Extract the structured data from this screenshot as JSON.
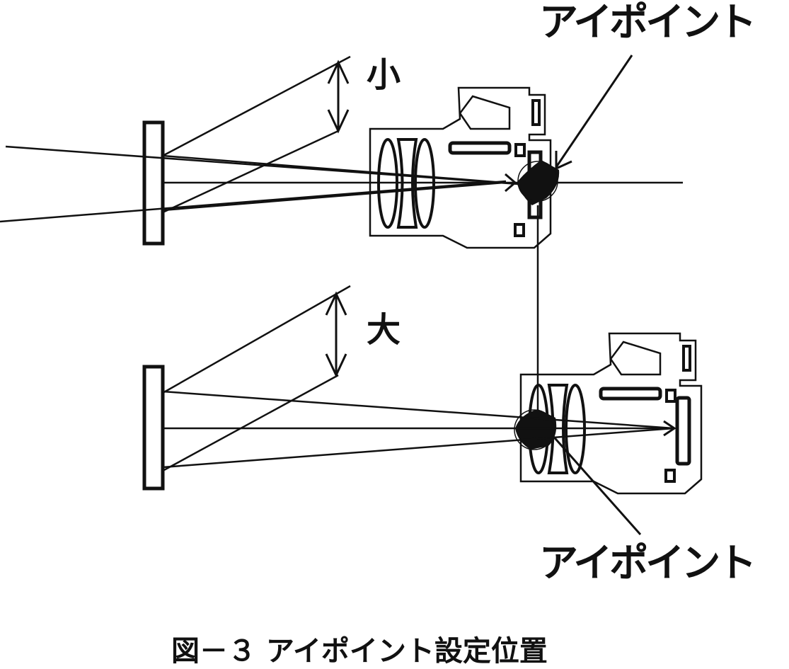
{
  "labels": {
    "small": "小",
    "large": "大",
    "eyepoint_top": "アイポイント",
    "eyepoint_bottom": "アイポイント"
  },
  "caption": "図－３ アイポイント設定位置"
}
